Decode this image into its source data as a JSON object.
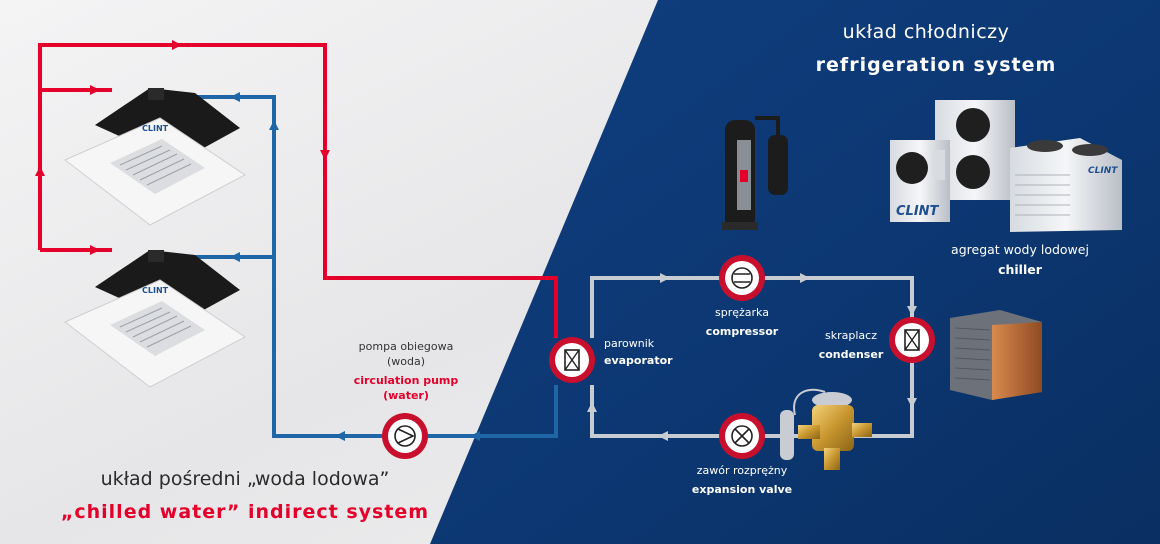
{
  "colors": {
    "left_background": "#e9e9ea",
    "right_background": "#0e3b7a",
    "hot_pipe": "#e4002b",
    "cold_pipe": "#1f66a6",
    "refrigerant_pipe": "#c7ccd3",
    "accent_red": "#e4002b"
  },
  "refrigeration_system": {
    "title_pl": "układ chłodniczy",
    "title_en": "refrigeration system"
  },
  "chiller": {
    "name_pl": "agregat wody lodowej",
    "name_en": "chiller",
    "brand": "CLINT"
  },
  "fan_coil": {
    "brand": "CLINT"
  },
  "components": {
    "compressor": {
      "name_pl": "sprężarka",
      "name_en": "compressor",
      "icon": "fan-symbol-icon"
    },
    "condenser": {
      "name_pl": "skraplacz",
      "name_en": "condenser",
      "icon": "heat-exchanger-icon"
    },
    "evaporator": {
      "name_pl": "parownik",
      "name_en": "evaporator",
      "icon": "heat-exchanger-icon"
    },
    "expansion_valve": {
      "name_pl": "zawór rozprężny",
      "name_en": "expansion valve",
      "icon": "valve-icon"
    },
    "circulation_pump": {
      "name_pl_line1": "pompa obiegowa",
      "name_pl_line2": "(woda)",
      "name_en_line1": "circulation pump",
      "name_en_line2": "(water)",
      "icon": "pump-icon"
    }
  },
  "indirect_system": {
    "title_pl": "układ pośredni „woda lodowa”",
    "title_en": "„chilled water” indirect system"
  }
}
